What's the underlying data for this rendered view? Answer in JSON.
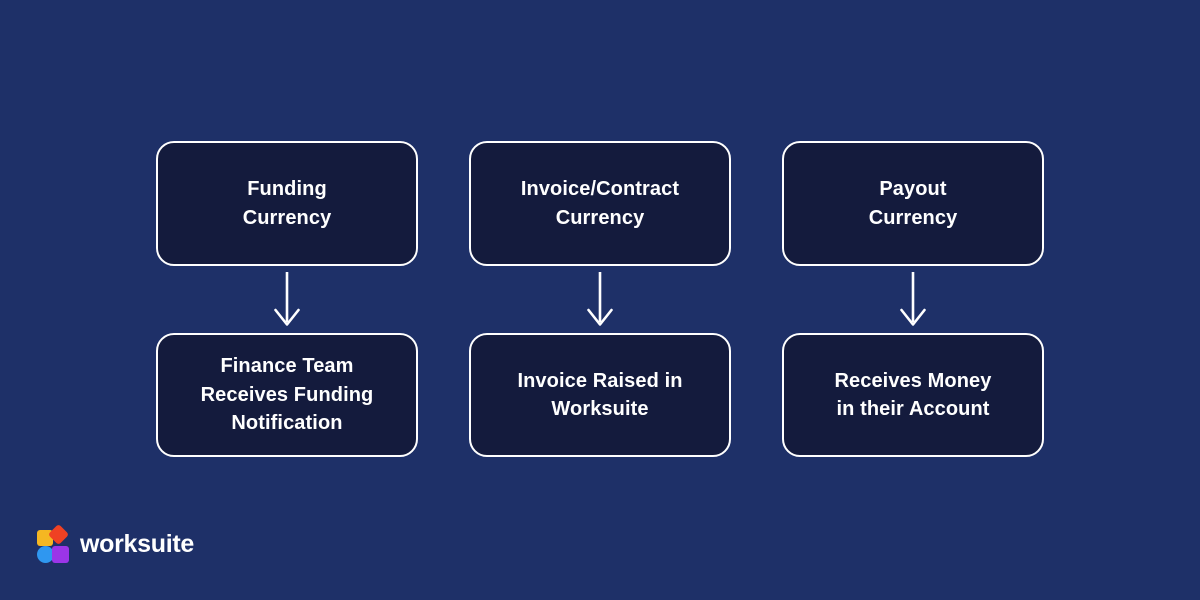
{
  "canvas": {
    "background_color": "#1e3068",
    "box_fill_color": "#141b3d",
    "box_border_color": "#ffffff",
    "text_color": "#ffffff"
  },
  "diagram": {
    "type": "flowchart",
    "columns": [
      {
        "top": {
          "lines": [
            "Funding",
            "Currency"
          ]
        },
        "connector": "down-arrow",
        "bottom": {
          "lines": [
            "Finance Team",
            "Receives Funding",
            "Notification"
          ]
        }
      },
      {
        "top": {
          "lines": [
            "Invoice/Contract",
            "Currency"
          ]
        },
        "connector": "down-arrow",
        "bottom": {
          "lines": [
            "Invoice Raised in",
            "Worksuite"
          ]
        }
      },
      {
        "top": {
          "lines": [
            "Payout",
            "Currency"
          ]
        },
        "connector": "down-arrow",
        "bottom": {
          "lines": [
            "Receives Money",
            "in their Account"
          ]
        }
      }
    ]
  },
  "logo": {
    "wordmark": "worksuite",
    "mark_colors": {
      "square_yellow": "#f5b722",
      "diamond_red": "#ef4123",
      "circle_blue": "#2f97f0",
      "square_purple": "#9b35e8"
    }
  }
}
